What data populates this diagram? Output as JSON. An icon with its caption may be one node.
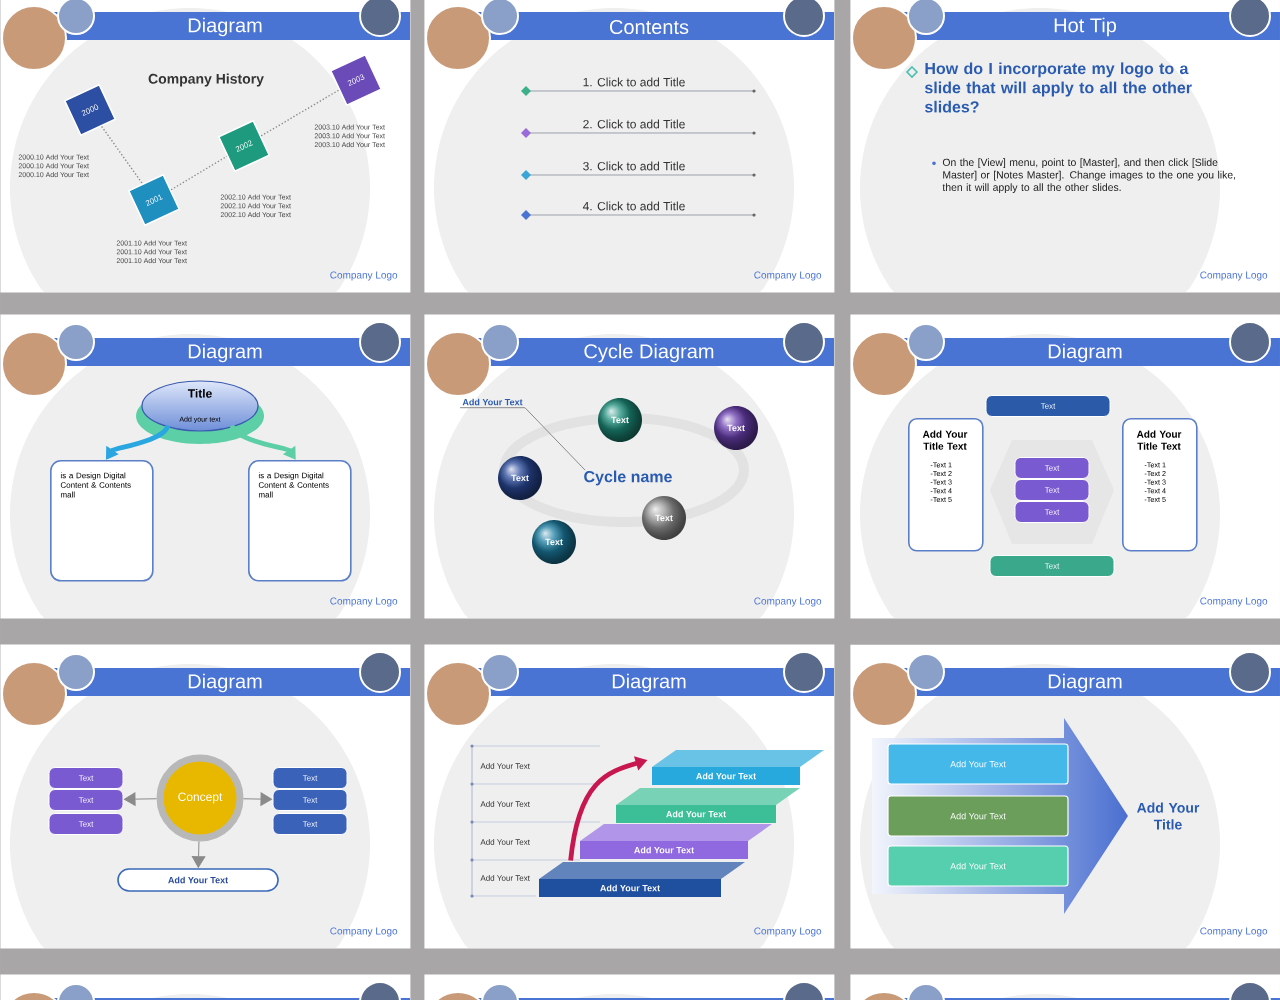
{
  "diagram": {
    "nodes": [
      {
        "text": [
          "Diagram",
          "Company Logo"
        ]
      },
      {
        "text": [
          "2000"
        ],
        "in": 0,
        "beside": [
          "2000.10 Add Your Text",
          "2000.10 Add Your Text",
          "2000.10 Add Your Text"
        ]
      },
      {
        "text": [
          "2001"
        ],
        "in": 0,
        "beside": [
          "2001.10 Add Your Text",
          "2001.10 Add Your Text",
          "2001.10 Add Your Text"
        ]
      },
      {
        "text": [
          "2002"
        ],
        "in": 0,
        "beside": [
          "2002.10 Add Your Text",
          "2002.10 Add Your Text",
          "2002.10 Add Your Text"
        ]
      },
      {
        "text": [
          "2003"
        ],
        "in": 0,
        "beside": [
          "2003.10 Add Your Text",
          "2003.10 Add Your Text",
          "2003.10 Add Your Text"
        ]
      },
      {
        "text": [
          "Contents",
          "Company Logo"
        ]
      },
      {
        "text": [
          "Hot Tip",
          "Company Logo"
        ]
      },
      {
        "text": [
          "Diagram",
          "Company Logo"
        ]
      },
      {
        "text": [
          "Title",
          "Add your text"
        ],
        "in": 7
      },
      {
        "text": [
          "is a Design Digital Content & Contents mall"
        ],
        "in": 7
      },
      {
        "text": [
          "is a Design Digital Content & Contents mall"
        ],
        "in": 7
      },
      {
        "text": [
          "Cycle Diagram",
          "Company Logo"
        ]
      },
      {
        "text": [
          "Add Your Text"
        ],
        "in": 11
      },
      {
        "text": [
          "Cycle name"
        ],
        "in": 11
      },
      {
        "text": [
          "Text"
        ],
        "in": 11
      },
      {
        "text": [
          "Text"
        ],
        "in": 11
      },
      {
        "text": [
          "Text"
        ],
        "in": 11
      },
      {
        "text": [
          "Text"
        ],
        "in": 11
      },
      {
        "text": [
          "Text"
        ],
        "in": 11
      },
      {
        "text": [
          "Diagram",
          "Company Logo"
        ]
      },
      {
        "text": [
          "Text"
        ],
        "in": 19
      },
      {
        "text": [
          "Add Your Title Text",
          "-Text 1",
          "-Text 2",
          "-Text 3",
          "-Text 4",
          "-Text 5"
        ],
        "in": 19
      },
      {
        "text": [
          "Text"
        ],
        "in": 19
      },
      {
        "text": [
          "Text"
        ],
        "in": 19
      },
      {
        "text": [
          "Text"
        ],
        "in": 19
      },
      {
        "text": [
          "Add Your Title Text",
          "-Text 1",
          "-Text 2",
          "-Text 3",
          "-Text 4",
          "-Text 5"
        ],
        "in": 19
      },
      {
        "text": [
          "Text"
        ],
        "in": 19
      },
      {
        "text": [
          "Diagram",
          "Company Logo"
        ]
      },
      {
        "text": [
          "Text"
        ],
        "in": 27
      },
      {
        "text": [
          "Text"
        ],
        "in": 27
      },
      {
        "text": [
          "Text"
        ],
        "in": 27
      },
      {
        "text": [
          "Concept"
        ],
        "in": 27
      },
      {
        "text": [
          "Text"
        ],
        "in": 27
      },
      {
        "text": [
          "Text"
        ],
        "in": 27
      },
      {
        "text": [
          "Text"
        ],
        "in": 27
      },
      {
        "text": [
          "Add Your Text"
        ],
        "in": 27
      },
      {
        "text": [
          "Diagram",
          "Company Logo"
        ]
      },
      {
        "text": [
          "Add Your Text"
        ],
        "in": 36
      },
      {
        "text": [
          "Add Your Text"
        ],
        "in": 36
      },
      {
        "text": [
          "Add Your Text"
        ],
        "in": 36
      },
      {
        "text": [
          "Add Your Text"
        ],
        "in": 36
      },
      {
        "text": [
          "Diagram",
          "Company Logo"
        ]
      },
      {
        "text": [
          "Add Your Text"
        ],
        "in": 41
      },
      {
        "text": [
          "Add Your Text"
        ],
        "in": 41
      },
      {
        "text": [
          "Add Your Text"
        ],
        "in": 41
      },
      {
        "text": [],
        "shape": "box"
      },
      {
        "text": [],
        "shape": "box"
      },
      {
        "text": [],
        "shape": "box"
      }
    ],
    "edges": [
      {
        "from": 1,
        "to": 2,
        "arrow": "none",
        "style": "dashed"
      },
      {
        "from": 2,
        "to": 3,
        "arrow": "none",
        "style": "dashed"
      },
      {
        "from": 3,
        "to": 4,
        "arrow": "none",
        "style": "dashed"
      },
      {
        "from": 8,
        "to": 9,
        "arrow": "to",
        "style": "thick",
        "color": "#2aa6e0"
      },
      {
        "from": 8,
        "to": 10,
        "arrow": "to",
        "style": "thick",
        "color": "#5ccfa6"
      },
      {
        "from": 12,
        "to": 13,
        "arrow": "none"
      },
      {
        "from": 31,
        "to": 29,
        "arrow": "to"
      },
      {
        "from": 31,
        "to": 33,
        "arrow": "to"
      },
      {
        "from": 31,
        "to": 35,
        "arrow": "to"
      },
      {
        "from": 40,
        "to": 37,
        "arrow": "to",
        "style": "thick",
        "color": "#c8174f"
      }
    ],
    "labels": [
      "Company History",
      "1. Click to add Title",
      "2. Click to add Title",
      "3. Click to add Title",
      "4. Click to add Title",
      "How do I incorporate my logo to a slide that will apply to all the other slides?",
      "On the [View] menu, point to [Master], and then click [Slide Master] or [Notes Master]. Change images to the one you like, then it will apply to all the other slides.",
      "Add Your Text",
      "Add Your Text",
      "Add Your Text",
      "Add Your Text",
      "Add Your Title"
    ]
  }
}
